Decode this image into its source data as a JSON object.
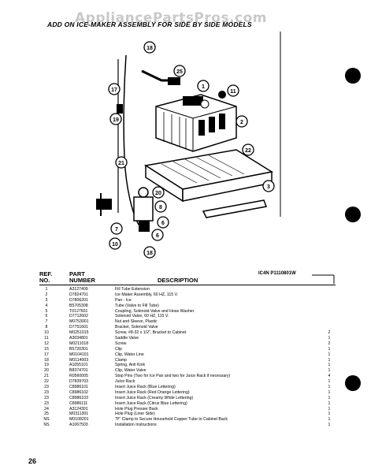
{
  "watermark": "AppliancePartsPros.com",
  "title": "ADD ON ICE-MAKER ASSEMBLY FOR SIDE BY SIDE MODELS",
  "callouts": [
    "18",
    "17",
    "25",
    "1",
    "19",
    "11",
    "2",
    "21",
    "22",
    "20",
    "3",
    "8",
    "6",
    "7",
    "6",
    "10",
    "18"
  ],
  "table": {
    "header": {
      "ref_line1": "REF.",
      "ref_line2": "NO.",
      "part_line1": "PART",
      "part_line2": "NUMBER",
      "description": "DESCRIPTION",
      "model": "IC4N P1110801W"
    },
    "rows": [
      {
        "ref": "1",
        "part": "A3127409",
        "desc": "Fill Tube Extension",
        "qty": ""
      },
      {
        "ref": "2",
        "part": "D7824701",
        "desc": "Ice Maker Assembly, 60 HZ, 115 V.",
        "qty": ""
      },
      {
        "ref": "3",
        "part": "D7806201",
        "desc": "Pan - Ice",
        "qty": ""
      },
      {
        "ref": "4",
        "part": "B5705308",
        "desc": "Tube (Valve to Fill Tube)",
        "qty": ""
      },
      {
        "ref": "5",
        "part": "T0127601",
        "desc": "Coupling, Solenoid Valve and Hose Washer",
        "qty": ""
      },
      {
        "ref": "6",
        "part": "D7712602",
        "desc": "Solenoid Valve, 60 HZ, 115 V.",
        "qty": ""
      },
      {
        "ref": "7",
        "part": "M0753001",
        "desc": "Nut and Sleeve, Plastic",
        "qty": ""
      },
      {
        "ref": "8",
        "part": "D7751601",
        "desc": "Bracket, Solenoid Valve",
        "qty": ""
      },
      {
        "ref": "10",
        "part": "M0251015",
        "desc": "Screw, #8-32 x 1/2\", Bracket to Cabinet",
        "qty": "2"
      },
      {
        "ref": "11",
        "part": "A3034801",
        "desc": "Saddle Valve",
        "qty": "1"
      },
      {
        "ref": "12",
        "part": "M0211018",
        "desc": "Screw",
        "qty": "2"
      },
      {
        "ref": "15",
        "part": "B5720301",
        "desc": "Clip",
        "qty": "1"
      },
      {
        "ref": "17",
        "part": "M0104101",
        "desc": "Clip, Water Line",
        "qty": "1"
      },
      {
        "ref": "18",
        "part": "M0114003",
        "desc": "Clamp",
        "qty": "1"
      },
      {
        "ref": "19",
        "part": "A1055101",
        "desc": "Spring, Anti Kink",
        "qty": "1"
      },
      {
        "ref": "20",
        "part": "B8374701",
        "desc": "Clip, Water Valve",
        "qty": "1"
      },
      {
        "ref": "21",
        "part": "R0560005",
        "desc": "Stop Pins (Two for Ice Pan and two for Juice Rack if necessary)",
        "qty": "4"
      },
      {
        "ref": "22",
        "part": "D7839703",
        "desc": "Juice Rack",
        "qty": "1"
      },
      {
        "ref": "23",
        "part": "C8986101",
        "desc": "Insert Juice Rack (Blue Lettering)",
        "qty": "1"
      },
      {
        "ref": "23",
        "part": "C8986102",
        "desc": "Insert Juice Rack (Red Orange Lettering)",
        "qty": "1"
      },
      {
        "ref": "23",
        "part": "C8986103",
        "desc": "Insert Juice Rack (Creamy White Lettering)",
        "qty": "1"
      },
      {
        "ref": "23",
        "part": "C8986111",
        "desc": "Insert Juice Rack (Citrus Blue Lettering)",
        "qty": "1"
      },
      {
        "ref": "24",
        "part": "A3124301",
        "desc": "Hole Plug Presser Back",
        "qty": "1"
      },
      {
        "ref": "25",
        "part": "M0311301",
        "desc": "Hole Plug (Liner Side)",
        "qty": "1"
      },
      {
        "ref": "NS",
        "part": "M0108201",
        "desc": "\"P\" Clamp to Secure Household Copper Tube to Cabinet Back",
        "qty": "1"
      },
      {
        "ref": "NS",
        "part": "A1067503",
        "desc": "Installation Instructions",
        "qty": "1"
      }
    ]
  },
  "page_number": "26"
}
